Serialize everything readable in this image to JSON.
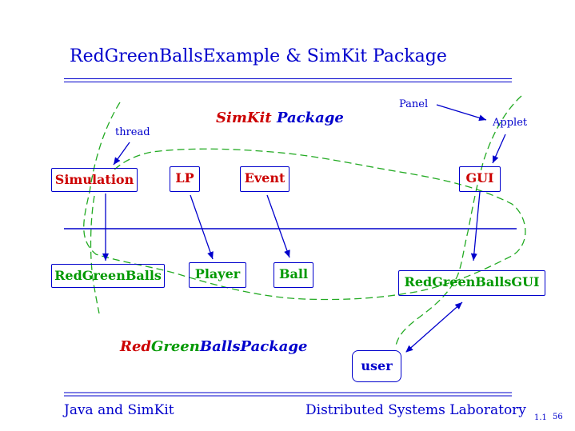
{
  "title": "RedGreenBallsExample & SimKit Package",
  "labels": {
    "thread": "thread",
    "panel": "Panel",
    "applet": "Applet"
  },
  "simkit_package": {
    "part1": "SimKit",
    "part2": "Package"
  },
  "redgreen_package": {
    "red": "Red",
    "green": "Green",
    "blue": "Balls",
    "pkg": "Package"
  },
  "boxes": {
    "simulation": "Simulation",
    "lp": "LP",
    "event": "Event",
    "gui": "GUI",
    "redgreenballs": "RedGreenBalls",
    "player": "Player",
    "ball": "Ball",
    "redgreenballsgui": "RedGreenBallsGUI",
    "user": "user"
  },
  "footer": {
    "left": "Java and SimKit",
    "right": "Distributed Systems Laboratory",
    "version": "1.1",
    "page": "56"
  },
  "colors": {
    "blue": "#0000cc",
    "red": "#cc0000",
    "green": "#009900",
    "dashed_green": "#22aa22"
  }
}
